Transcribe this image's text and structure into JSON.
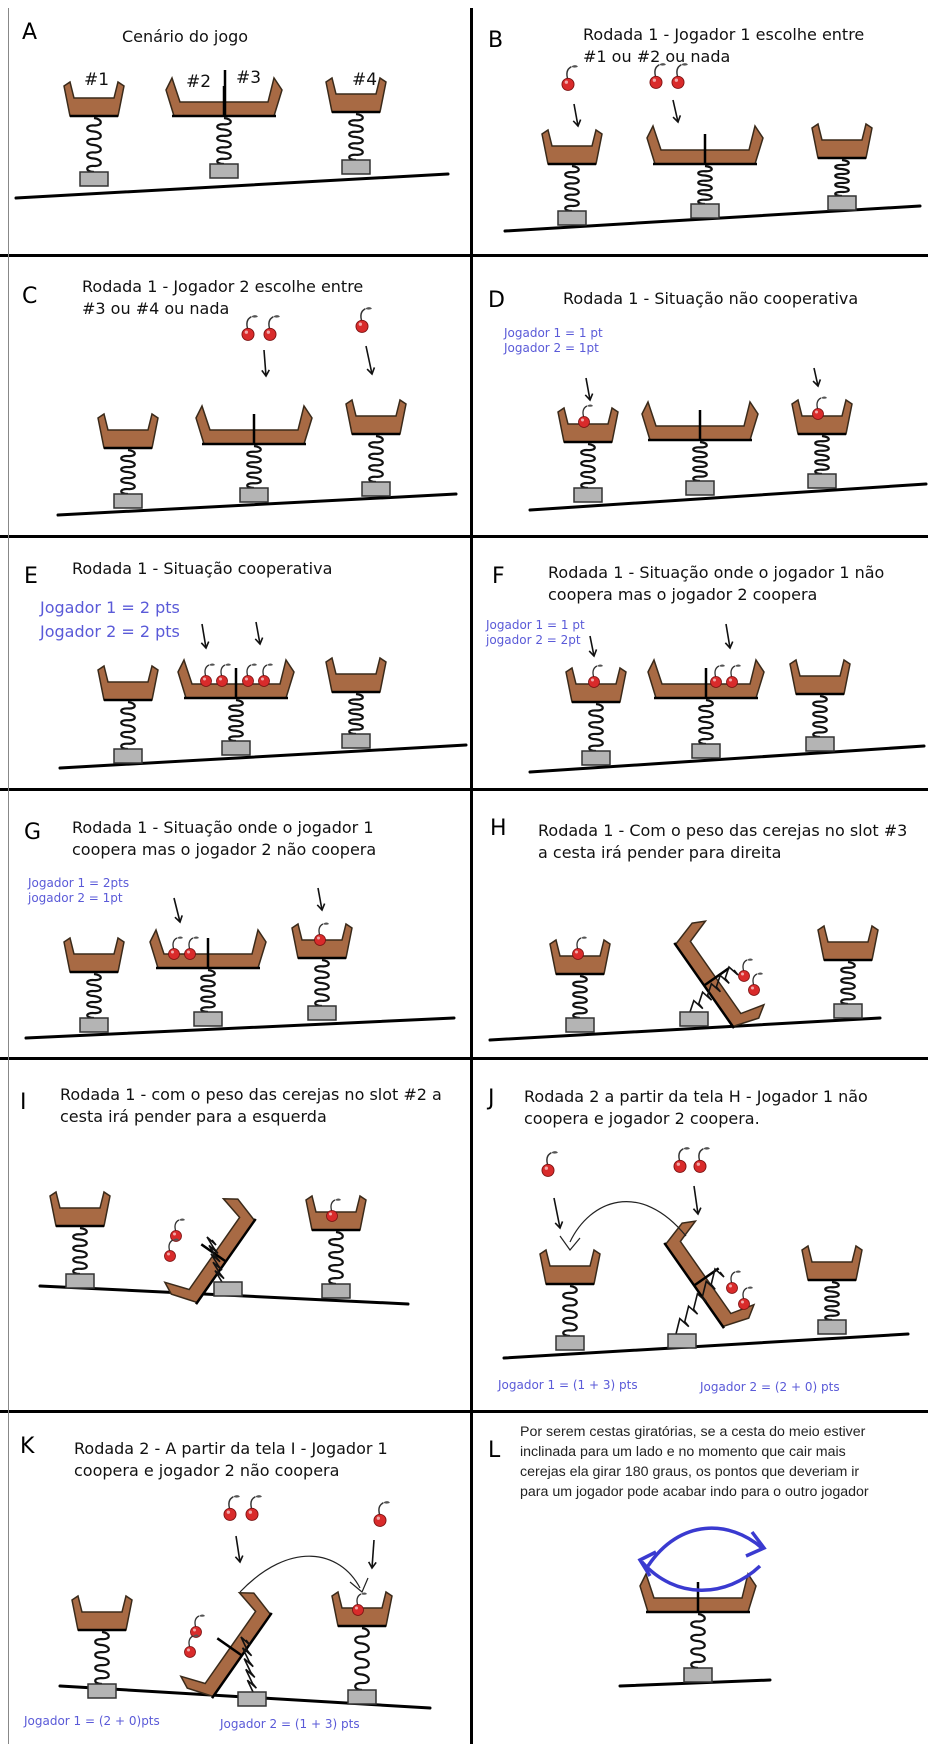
{
  "colors": {
    "basket": "#a86a44",
    "basket_edge": "#3a2a1a",
    "base": "#b4b4b4",
    "cherry": "#d92b2b",
    "score_text": "#5a5ad8",
    "rotation_arrow": "#3a3ad0"
  },
  "panels": [
    {
      "id": "A",
      "label": "A",
      "title": "Cenário do jogo",
      "slots": [
        "#1",
        "#2",
        "#3",
        "#4"
      ]
    },
    {
      "id": "B",
      "label": "B",
      "title": "Rodada 1 - Jogador 1 escolhe entre\n#1 ou #2 ou nada"
    },
    {
      "id": "C",
      "label": "C",
      "title": "Rodada 1 - Jogador 2 escolhe entre\n#3 ou #4 ou nada"
    },
    {
      "id": "D",
      "label": "D",
      "title": "Rodada 1 - Situação não cooperativa",
      "score": "Jogador 1 = 1 pt\nJogador 2 = 1pt"
    },
    {
      "id": "E",
      "label": "E",
      "title": "Rodada 1 - Situação cooperativa",
      "score": "Jogador 1 = 2 pts\nJogador 2 = 2 pts"
    },
    {
      "id": "F",
      "label": "F",
      "title": "Rodada 1 - Situação onde o jogador 1 não\ncoopera mas o jogador 2 coopera",
      "score": "Jogador 1 = 1 pt\njogador 2 = 2pt"
    },
    {
      "id": "G",
      "label": "G",
      "title": "Rodada 1 - Situação onde o jogador 1\ncoopera mas o jogador 2 não coopera",
      "score": "Jogador 1 = 2pts\njogador 2 = 1pt"
    },
    {
      "id": "H",
      "label": "H",
      "title": "Rodada 1 - Com o peso das cerejas no slot #3\na cesta irá pender para direita"
    },
    {
      "id": "I",
      "label": "I",
      "title": "Rodada 1 - com o peso das cerejas no slot #2 a\ncesta irá pender para a esquerda"
    },
    {
      "id": "J",
      "label": "J",
      "title": "Rodada 2  a partir da tela H - Jogador 1 não\ncoopera e jogador 2 coopera.",
      "score_p1": "Jogador 1 = (1 + 3) pts",
      "score_p2": "Jogador 2 = (2 + 0) pts"
    },
    {
      "id": "K",
      "label": "K",
      "title": "Rodada 2 - A partir da tela I - Jogador 1\ncoopera e jogador 2 não coopera",
      "score_p1": "Jogador 1 = (2 + 0)pts",
      "score_p2": "Jogador 2 = (1 + 3) pts"
    },
    {
      "id": "L",
      "label": "L",
      "text": "Por serem cestas giratórias, se a cesta do meio estiver\ninclinada para um lado e no momento que cair mais\ncerejas ela girar 180 graus, os pontos que deveriam ir\npara um jogador pode acabar indo para o outro jogador"
    }
  ]
}
